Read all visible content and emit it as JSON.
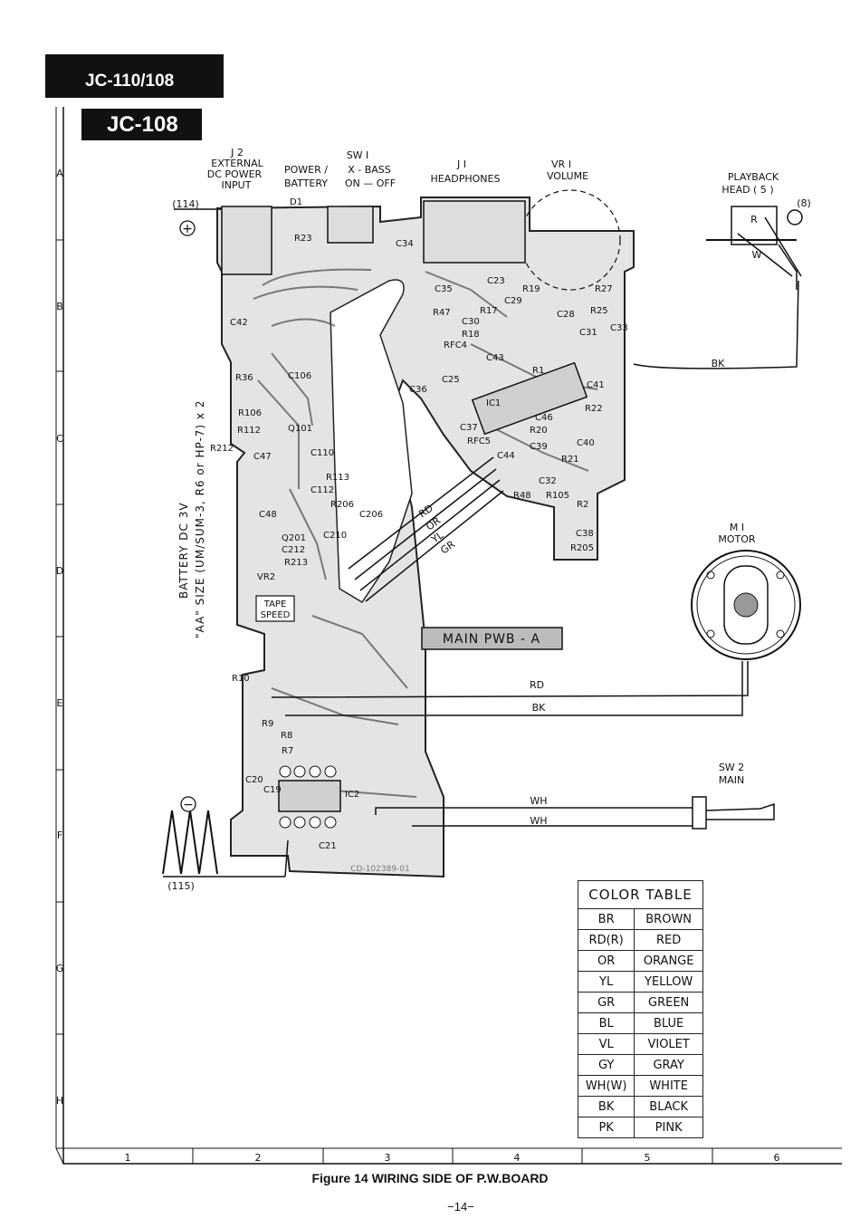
{
  "header": {
    "model": "JC-110/108",
    "submodel": "JC-108"
  },
  "rows": [
    "A",
    "B",
    "C",
    "D",
    "E",
    "F",
    "G",
    "H"
  ],
  "cols": [
    "1",
    "2",
    "3",
    "4",
    "5",
    "6"
  ],
  "labels": {
    "j2_ref": "J 2",
    "j2_a": "EXTERNAL",
    "j2_b": "DC POWER",
    "j2_c": "INPUT",
    "power_a": "POWER /",
    "power_b": "BATTERY",
    "sw1_ref": "SW I",
    "sw1_a": "X - BASS",
    "sw1_b": "ON — OFF",
    "j1_ref": "J I",
    "j1_a": "HEADPHONES",
    "vr1_ref": "VR I",
    "vr1_a": "VOLUME",
    "playback_a": "PLAYBACK",
    "playback_b": "HEAD ( 5 )",
    "pin114": "(114)",
    "pin8": "(8)",
    "pin115": "(115)",
    "plus": "+",
    "minus": "−",
    "motor_ref": "M I",
    "motor_a": "MOTOR",
    "sw2_ref": "SW 2",
    "sw2_a": "MAIN",
    "board": "MAIN   PWB - A",
    "tape": "TAPE",
    "speed": "SPEED",
    "batt_a": "BATTERY   DC 3V",
    "batt_b": "\"AA\"  SIZE (UM/SUM-3, R6 or HP-7) x 2",
    "w_rd": "RD",
    "w_or": "OR",
    "w_yl": "YL",
    "w_gr": "GR",
    "w_bk": "BK",
    "w_wh": "WH",
    "w_w": "W",
    "w_r": "R",
    "board_no": "CD-102389-01"
  },
  "parts": [
    "D1",
    "R23",
    "C34",
    "C35",
    "C23",
    "R19",
    "R27",
    "R47",
    "R17",
    "C29",
    "C28",
    "R25",
    "C30",
    "R18",
    "C31",
    "C33",
    "C42",
    "RFC4",
    "C43",
    "R1",
    "R36",
    "C106",
    "C25",
    "C41",
    "C36",
    "IC1",
    "R22",
    "R106",
    "Q101",
    "C37",
    "C46",
    "R20",
    "R112",
    "C47",
    "C110",
    "RFC5",
    "C44",
    "C39",
    "C40",
    "R212",
    "R113",
    "C112",
    "R21",
    "C32",
    "C48",
    "R206",
    "C206",
    "R48",
    "R105",
    "R2",
    "Q201",
    "C210",
    "C38",
    "C212",
    "R205",
    "R213",
    "VR2",
    "R10",
    "R9",
    "R8",
    "R7",
    "C20",
    "C19",
    "IC2",
    "C21"
  ],
  "color_table": {
    "title": "COLOR  TABLE",
    "rows": [
      [
        "BR",
        "BROWN"
      ],
      [
        "RD(R)",
        "RED"
      ],
      [
        "OR",
        "ORANGE"
      ],
      [
        "YL",
        "YELLOW"
      ],
      [
        "GR",
        "GREEN"
      ],
      [
        "BL",
        "BLUE"
      ],
      [
        "VL",
        "VIOLET"
      ],
      [
        "GY",
        "GRAY"
      ],
      [
        "WH(W)",
        "WHITE"
      ],
      [
        "BK",
        "BLACK"
      ],
      [
        "PK",
        "PINK"
      ]
    ]
  },
  "caption": "Figure 14  WIRING SIDE OF P.W.BOARD",
  "page_number": "−14−"
}
